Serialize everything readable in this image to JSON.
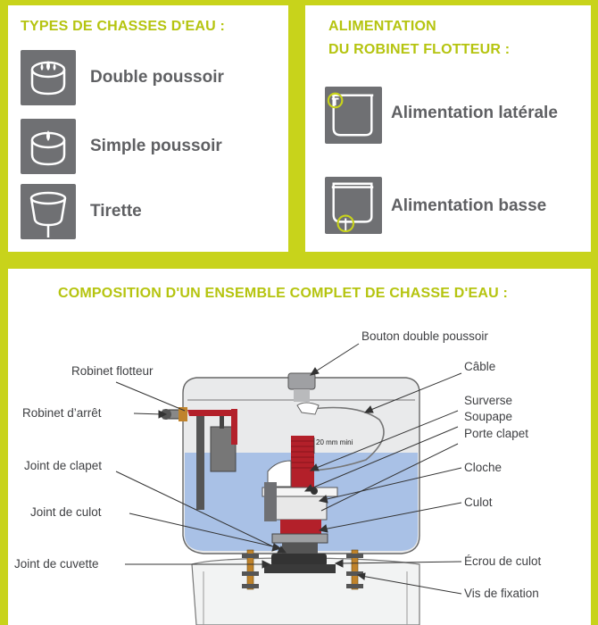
{
  "flush_types": {
    "title": "TYPES DE CHASSES D'EAU :",
    "items": [
      {
        "label": "Double poussoir",
        "icon": "dual-flush-icon"
      },
      {
        "label": "Simple poussoir",
        "icon": "single-flush-icon"
      },
      {
        "label": "Tirette",
        "icon": "pull-chain-icon"
      }
    ]
  },
  "float_valve": {
    "title_line1": "ALIMENTATION",
    "title_line2": "DU ROBINET FLOTTEUR :",
    "items": [
      {
        "label": "Alimentation latérale",
        "icon": "side-inlet-icon"
      },
      {
        "label": "Alimentation basse",
        "icon": "bottom-inlet-icon"
      }
    ]
  },
  "composition": {
    "title": "COMPOSITION D'UN ENSEMBLE COMPLET DE CHASSE D'EAU :",
    "labels_left": [
      "Robinet flotteur",
      "Robinet d’arrêt",
      "Joint de clapet",
      "Joint de culot",
      "Joint de cuvette"
    ],
    "labels_right": [
      "Bouton double poussoir",
      "Câble",
      "Surverse",
      "Soupape",
      "Porte clapet",
      "Cloche",
      "Culot",
      "Écrou de culot",
      "Vis de fixation"
    ],
    "overflow_note": "20 mm  mini"
  },
  "colors": {
    "accent": "#c8d31b",
    "title": "#b5c40f",
    "icon_bg": "#6f7073",
    "water": "#a9c1e6",
    "valve_red": "#b3202a"
  }
}
